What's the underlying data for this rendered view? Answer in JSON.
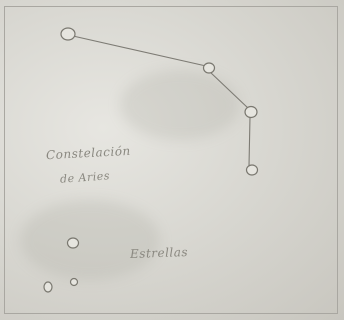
{
  "drawing": {
    "title_line1": "Constelación",
    "title_line2": "de Aries",
    "stars_label": "Estrellas"
  },
  "colors": {
    "paper": "#dedcd6",
    "pencil": "#8a8880"
  }
}
